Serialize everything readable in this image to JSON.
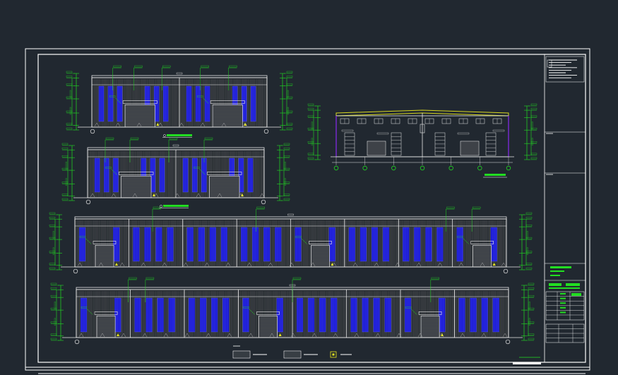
{
  "drawing": {
    "background": "#212830",
    "colors": {
      "frame": "#ffffff",
      "outline": "#e8e8e8",
      "cladding": "#8c8c8c",
      "window": "#1a1ad6",
      "window_mullion": "#6a6aff",
      "dimension": "#22dd22",
      "door": "#9a9a9a",
      "annotation": "#ffffff",
      "marker": "#e8e820",
      "gutter": "#d8d820",
      "section_line": "#7a2ad6"
    },
    "legend_markers": [
      "cladding-swatch",
      "door-swatch",
      "marker-swatch"
    ]
  }
}
